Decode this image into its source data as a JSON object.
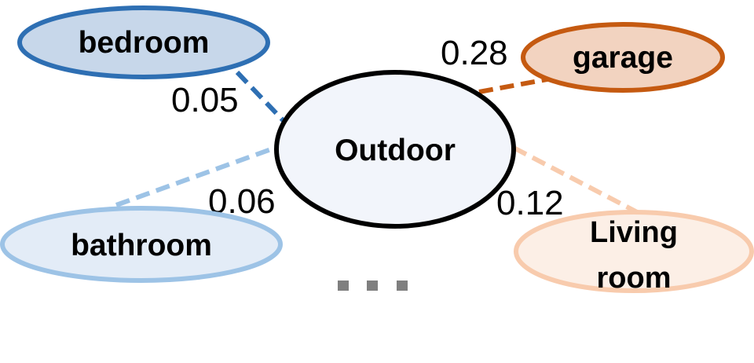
{
  "center": {
    "label": "Outdoor",
    "fill": "#f2f5fb",
    "stroke": "#000000"
  },
  "nodes": {
    "bedroom": {
      "label": "bedroom",
      "fill": "#c7d7ea",
      "stroke": "#2e6fb3"
    },
    "garage": {
      "label": "garage",
      "fill": "#f2d3c0",
      "stroke": "#c55a11"
    },
    "bathroom": {
      "label": "bathroom",
      "fill": "#e3ecf7",
      "stroke": "#9dc3e6"
    },
    "living_room": {
      "label_line1": "Living",
      "label_line2": "room",
      "fill": "#fcefe6",
      "stroke": "#f8cbad"
    }
  },
  "edges": {
    "bedroom": {
      "weight": "0.05",
      "color": "#2e6fb3"
    },
    "garage": {
      "weight": "0.28",
      "color": "#c55a11"
    },
    "bathroom": {
      "weight": "0.06",
      "color": "#9dc3e6"
    },
    "living_room": {
      "weight": "0.12",
      "color": "#f8cbad"
    }
  },
  "ellipsis_color": "#7f7f7f"
}
